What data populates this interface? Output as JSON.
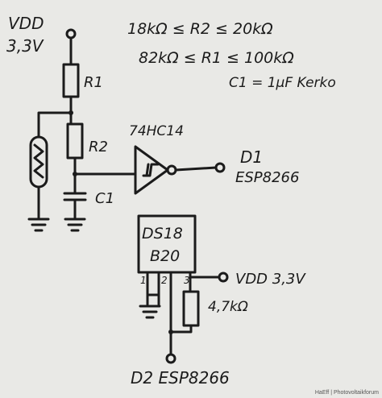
{
  "supply": {
    "vdd": "VDD",
    "voltage": "3,3V"
  },
  "formulas": {
    "r2_range": "18kΩ ≤ R2 ≤ 20kΩ",
    "r1_range": "82kΩ ≤ R1 ≤ 100kΩ",
    "c1": "C1 = 1µF Kerko"
  },
  "components": {
    "r1": "R1",
    "r2": "R2",
    "c1": "C1",
    "inverter": "74HC14",
    "sensor_line1": "DS18",
    "sensor_line2": "B20",
    "pin1": "1",
    "pin2": "2",
    "pin3": "3",
    "pullup": "4,7kΩ"
  },
  "outputs": {
    "d1": "D1",
    "d1_target": "ESP8266",
    "vdd2": "VDD 3,3V",
    "d2": "D2 ESP8266"
  },
  "credit": "HaEff | Photovoltaikforum"
}
